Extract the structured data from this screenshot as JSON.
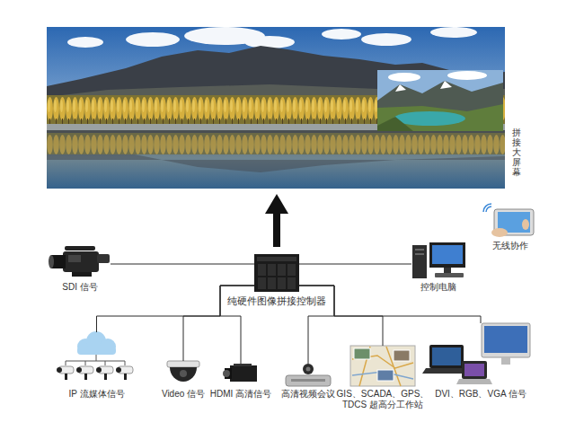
{
  "diagram": {
    "nodes": [
      {
        "text": [
          "拼接大屏幕"
        ]
      },
      {
        "text": [
          "无线协作"
        ]
      },
      {
        "text": [
          "SDI 信号"
        ]
      },
      {
        "text": [
          "纯硬件图像拼接控制器"
        ]
      },
      {
        "text": [
          "控制电脑"
        ]
      },
      {
        "text": [
          "IP 流媒体信号"
        ]
      },
      {
        "text": [
          "Video 信号"
        ]
      },
      {
        "text": [
          "HDMI 高清信号"
        ]
      },
      {
        "text": [
          "高清视频会议"
        ]
      },
      {
        "text": [
          "GIS、SCADA、GPS、 TDCS 超高分工作站"
        ]
      },
      {
        "text": [
          "DVI、RGB、VGA 信号"
        ]
      }
    ],
    "edges": [
      {
        "from": 3,
        "to": 0,
        "arrow": "to"
      },
      {
        "from": 2,
        "to": 3,
        "arrow": "none"
      },
      {
        "from": 3,
        "to": 4,
        "arrow": "none"
      },
      {
        "from": 3,
        "to": 5,
        "arrow": "none"
      },
      {
        "from": 3,
        "to": 6,
        "arrow": "none"
      },
      {
        "from": 3,
        "to": 7,
        "arrow": "none"
      },
      {
        "from": 3,
        "to": 8,
        "arrow": "none"
      },
      {
        "from": 3,
        "to": 9,
        "arrow": "none"
      },
      {
        "from": 3,
        "to": 10,
        "arrow": "none"
      }
    ]
  }
}
